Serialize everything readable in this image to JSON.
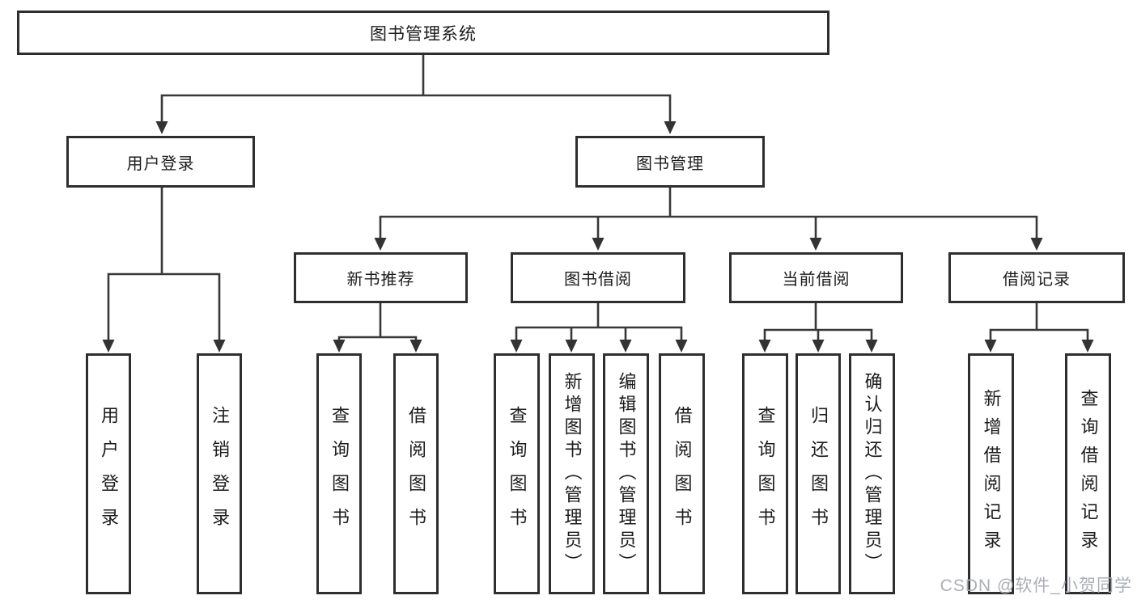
{
  "tree": {
    "label": "图书管理系统",
    "children": [
      {
        "label": "用户登录",
        "children": [
          {
            "label": "用户登录"
          },
          {
            "label": "注销登录"
          }
        ]
      },
      {
        "label": "图书管理",
        "children": [
          {
            "label": "新书推荐",
            "children": [
              {
                "label": "查询图书"
              },
              {
                "label": "借阅图书"
              }
            ]
          },
          {
            "label": "图书借阅",
            "children": [
              {
                "label": "查询图书"
              },
              {
                "label": "新增图书（管理员）"
              },
              {
                "label": "编辑图书（管理员）"
              },
              {
                "label": "借阅图书"
              }
            ]
          },
          {
            "label": "当前借阅",
            "children": [
              {
                "label": "查询图书"
              },
              {
                "label": "归还图书"
              },
              {
                "label": "确认归还（管理员）"
              }
            ]
          },
          {
            "label": "借阅记录",
            "children": [
              {
                "label": "新增借阅记录"
              },
              {
                "label": "查询借阅记录"
              }
            ]
          }
        ]
      }
    ]
  },
  "watermark": {
    "text": "CSDN @软件_小贺同学"
  },
  "colors": {
    "line": "#383838",
    "box_border": "#2e2e2e",
    "text": "#1c1c1c",
    "background": "#ffffff",
    "watermark": "#abaeb3"
  }
}
